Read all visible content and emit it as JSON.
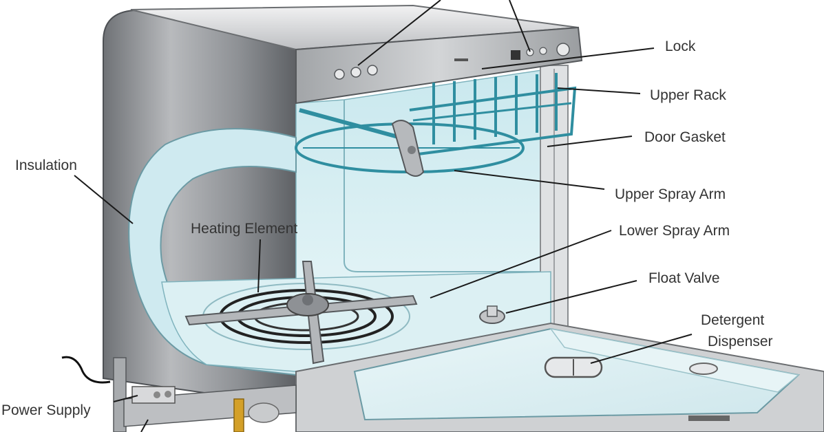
{
  "labels": {
    "lock": "Lock",
    "upper_rack": "Upper Rack",
    "door_gasket": "Door Gasket",
    "upper_spray_arm": "Upper Spray Arm",
    "lower_spray_arm": "Lower Spray Arm",
    "float_valve": "Float Valve",
    "detergent_line1": "Detergent",
    "detergent_line2": "Dispenser",
    "insulation": "Insulation",
    "heating_element": "Heating Element",
    "power_supply": "Power Supply"
  },
  "colors": {
    "steel": "#8f9296",
    "steel_light": "#c9cbcd",
    "tub_water": "#d6eef2",
    "rack_teal": "#2f8ea0",
    "panel": "#a9abae"
  }
}
